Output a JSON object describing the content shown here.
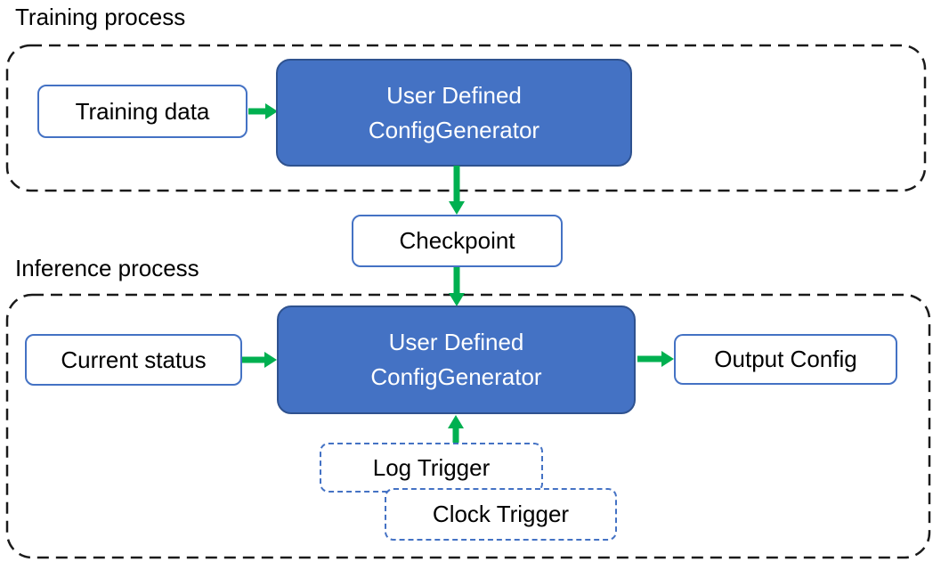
{
  "colors": {
    "model_fill": "#4472C4",
    "model_border": "#2F528F",
    "box_border": "#4472C4",
    "arrow_green": "#00B050",
    "dash_black": "#1A1A1A",
    "trigger_border": "#4472C4",
    "model_text": "#FFFFFF",
    "label_text": "#000000",
    "background": "#FFFFFF"
  },
  "training": {
    "section_label": "Training process",
    "input_label": "Training data",
    "generator_line1": "User Defined",
    "generator_line2": "ConfigGenerator"
  },
  "checkpoint_label": "Checkpoint",
  "inference": {
    "section_label": "Inference process",
    "input_label": "Current status",
    "generator_line1": "User Defined",
    "generator_line2": "ConfigGenerator",
    "output_label": "Output Config",
    "log_trigger_label": "Log Trigger",
    "clock_trigger_label": "Clock Trigger"
  }
}
